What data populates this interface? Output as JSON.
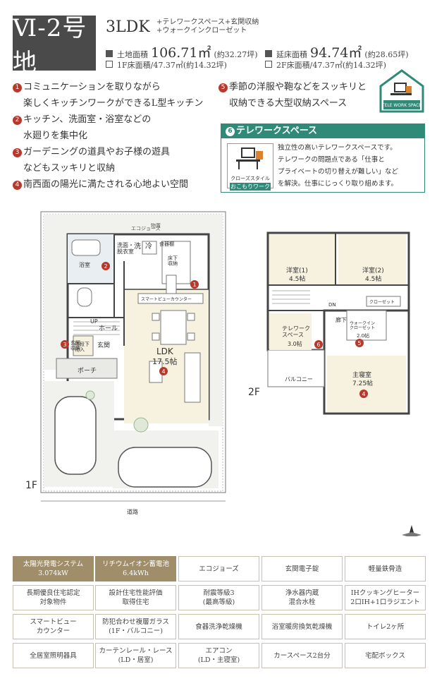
{
  "header": {
    "lot": "Ⅵ-2号地",
    "layout_type": "3LDK",
    "extras": [
      "+テレワークスペース+玄関収納",
      "+ウォークインクローゼット"
    ],
    "land_area_label": "土地面積",
    "land_area_value": "106.71㎡",
    "land_area_tsubo": "(約32.27坪)",
    "floor_area_label": "延床面積",
    "floor_area_value": "94.74㎡",
    "floor_area_tsubo": "(約28.65坪)",
    "first_floor": "1F床面積/47.37㎡(約14.32坪)",
    "second_floor": "2F床面積/47.37㎡(約14.32坪)"
  },
  "features": [
    {
      "num": "1",
      "line1": "コミュニケーションを取りながら",
      "line2": "楽しくキッチンワークができるL型キッチン"
    },
    {
      "num": "2",
      "line1": "キッチン、洗面室・浴室などの",
      "line2": "水廻りを集中化"
    },
    {
      "num": "3",
      "line1": "ガーデニングの道具やお子様の遊具",
      "line2": "などもスッキリと収納"
    },
    {
      "num": "4",
      "line1": "南西面の陽光に満たされる心地よい空間",
      "line2": ""
    },
    {
      "num": "5",
      "line1": "季節の洋服や鞄などをスッキリと",
      "line2": "収納できる大型収納スペース"
    }
  ],
  "telework": {
    "num": "6",
    "title": "テレワークスペース",
    "logo_text": "TELE WORK SPACE",
    "icon_caption1": "クローズスタイル",
    "icon_caption2": "おこもりワーク",
    "text": [
      "独立性の高いテレワークスペースです。",
      "テレワークの問題点である「仕事と",
      "プライベートの切り替えが難しい」など",
      "を解決。仕事にじっくり取り組めます。"
    ]
  },
  "floor1": {
    "label": "1F",
    "rooms": {
      "ecojaws": "エコジョーズ",
      "storage_top": "物置",
      "wash": "洗面・\n脱衣室",
      "sen": "洗",
      "rei": "冷",
      "shokki": "食器棚",
      "bath": "浴室",
      "pantry": "床下\n収納",
      "smart_counter": "スマートビューカウンター",
      "shoes": "階段下\n物入",
      "up": "UP",
      "hall": "ホール",
      "genkan_storage": "玄関\n収納",
      "genkan": "玄関",
      "porch": "ポーチ",
      "ldk": "LDK",
      "ldk_size": "17.5帖",
      "road": "道路"
    }
  },
  "floor2": {
    "label": "2F",
    "rooms": {
      "r1": "洋室(1)",
      "r1_size": "4.5帖",
      "r2": "洋室(2)",
      "r2_size": "4.5帖",
      "dn": "DN",
      "corridor": "廊下",
      "closet": "クローゼット",
      "tw": "テレワーク\nスペース",
      "tw_size": "3.0帖",
      "wic": "ウォークイン\nクローゼット",
      "wic_size": "2.0帖",
      "master": "主寝室",
      "master_size": "7.25帖",
      "balcony": "バルコニー"
    }
  },
  "specs": [
    [
      "太陽光発電システム\n3.074kW",
      "リチウムイオン蓄電池\n6.4kWh",
      "エコジョーズ",
      "玄関電子錠",
      "軽量鉄骨造"
    ],
    [
      "長期優良住宅認定\n対象物件",
      "設計住宅性能評価\n取得住宅",
      "耐震等級3\n(最高等級)",
      "浄水器内蔵\n混合水栓",
      "IHクッキングヒーター\n2口IH+1口ラジエント"
    ],
    [
      "スマートビュー\nカウンター",
      "防犯合わせ複層ガラス\n(1F・バルコニー)",
      "食器洗浄乾燥機",
      "浴室暖房換気乾燥機",
      "トイレ2ヶ所"
    ],
    [
      "全居室照明器具",
      "カーテンレール・レース\n(LD・居室)",
      "エアコン\n(LD・主寝室)",
      "カースペース2台分",
      "宅配ボックス"
    ]
  ],
  "colors": {
    "accent_red": "#b5392c",
    "telework_green": "#2f8a78",
    "spec_gold": "#a08e6a"
  }
}
